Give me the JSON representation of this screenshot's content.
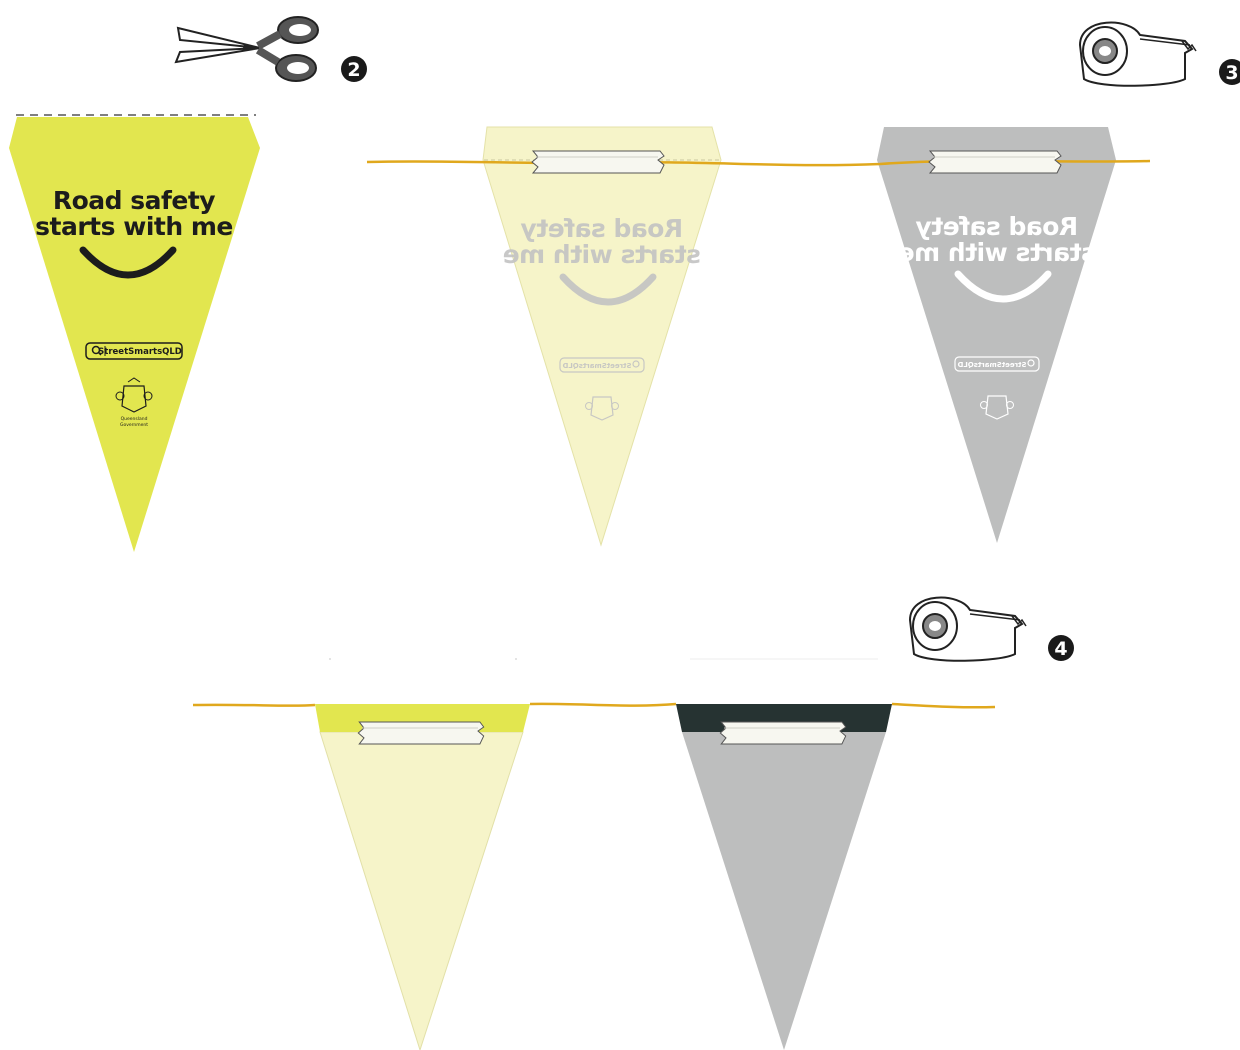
{
  "colors": {
    "flag_yellow": "#e2e64f",
    "flag_pale_yellow": "#f6f4c9",
    "flag_grey": "#bdbebe",
    "string_gold": "#e0a81d",
    "tab_dark": "#263332",
    "text_dark": "#1c1c1c"
  },
  "steps": [
    {
      "number": "2",
      "icon": "scissors-icon"
    },
    {
      "number": "3",
      "icon": "tape-dispenser-icon"
    },
    {
      "number": "4",
      "icon": "tape-dispenser-icon"
    }
  ],
  "flag": {
    "title_line1": "Road safety",
    "title_line2": "starts with me",
    "search_tag": "StreetSmartsQLD",
    "crest_line1": "Queensland",
    "crest_line2": "Government"
  }
}
